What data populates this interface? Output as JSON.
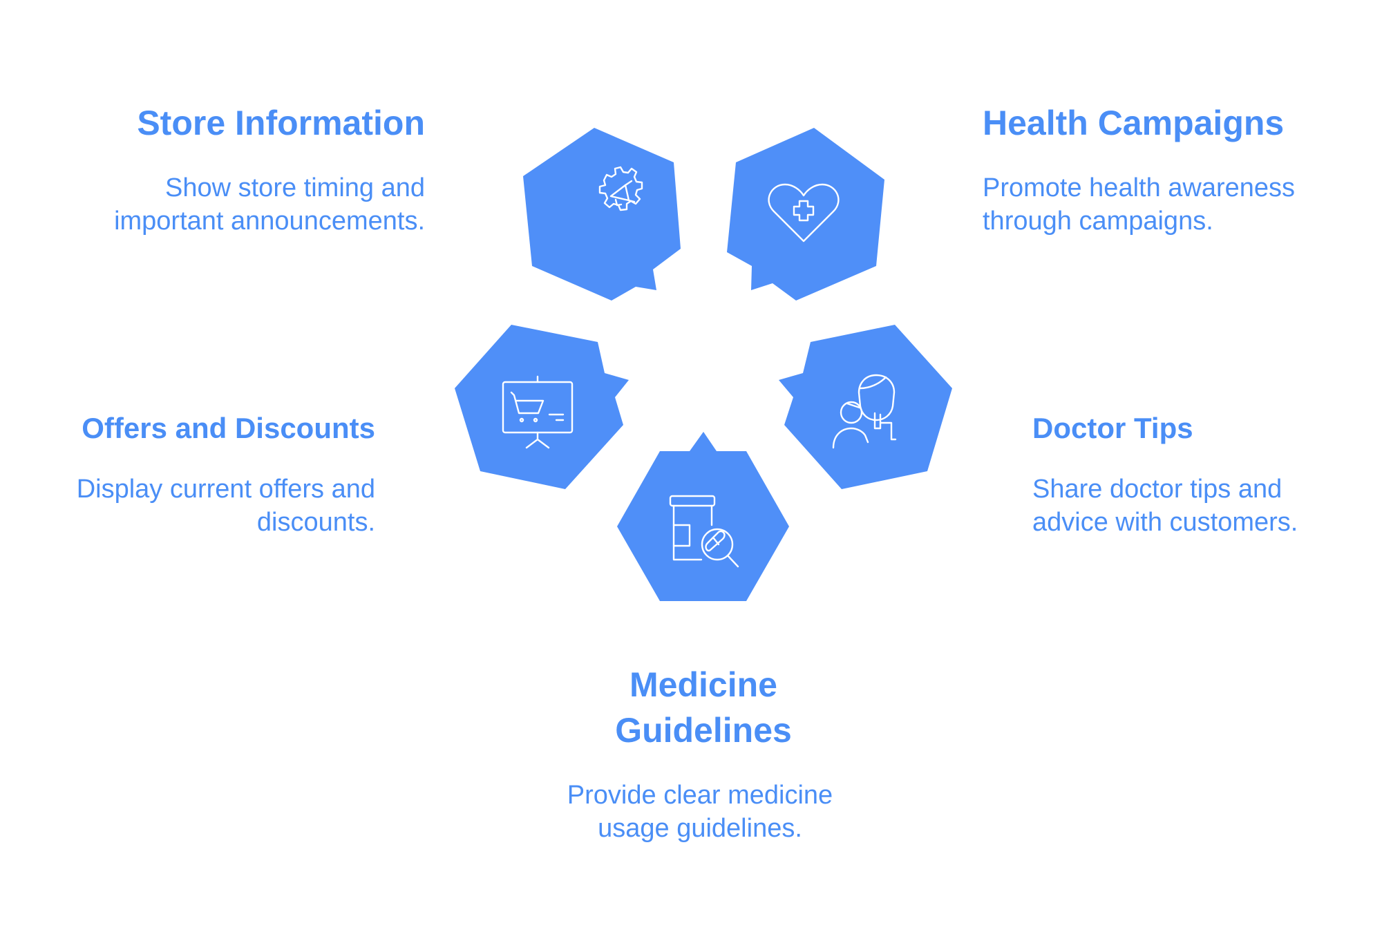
{
  "accent_color": "#4f8ff8",
  "text_color": "#4a8ef6",
  "items": {
    "store_information": {
      "title": "Store Information",
      "desc_line1": "Show store timing and",
      "desc_line2": "important announcements.",
      "icon": "megaphone-gear-icon"
    },
    "health_campaigns": {
      "title": "Health Campaigns",
      "desc_line1": "Promote health awareness",
      "desc_line2": "through campaigns.",
      "icon": "heart-medical-cross-icon"
    },
    "offers_discounts": {
      "title": "Offers and Discounts",
      "desc_line1": "Display current offers and",
      "desc_line2": "discounts.",
      "icon": "shopping-cart-board-icon"
    },
    "doctor_tips": {
      "title": "Doctor Tips",
      "desc_line1": "Share doctor tips and",
      "desc_line2": "advice with customers.",
      "icon": "doctor-advice-icon"
    },
    "medicine_guidelines": {
      "title_line1": "Medicine",
      "title_line2": "Guidelines",
      "desc_line1": "Provide clear medicine",
      "desc_line2": "usage guidelines.",
      "icon": "pill-bottle-search-icon"
    }
  }
}
